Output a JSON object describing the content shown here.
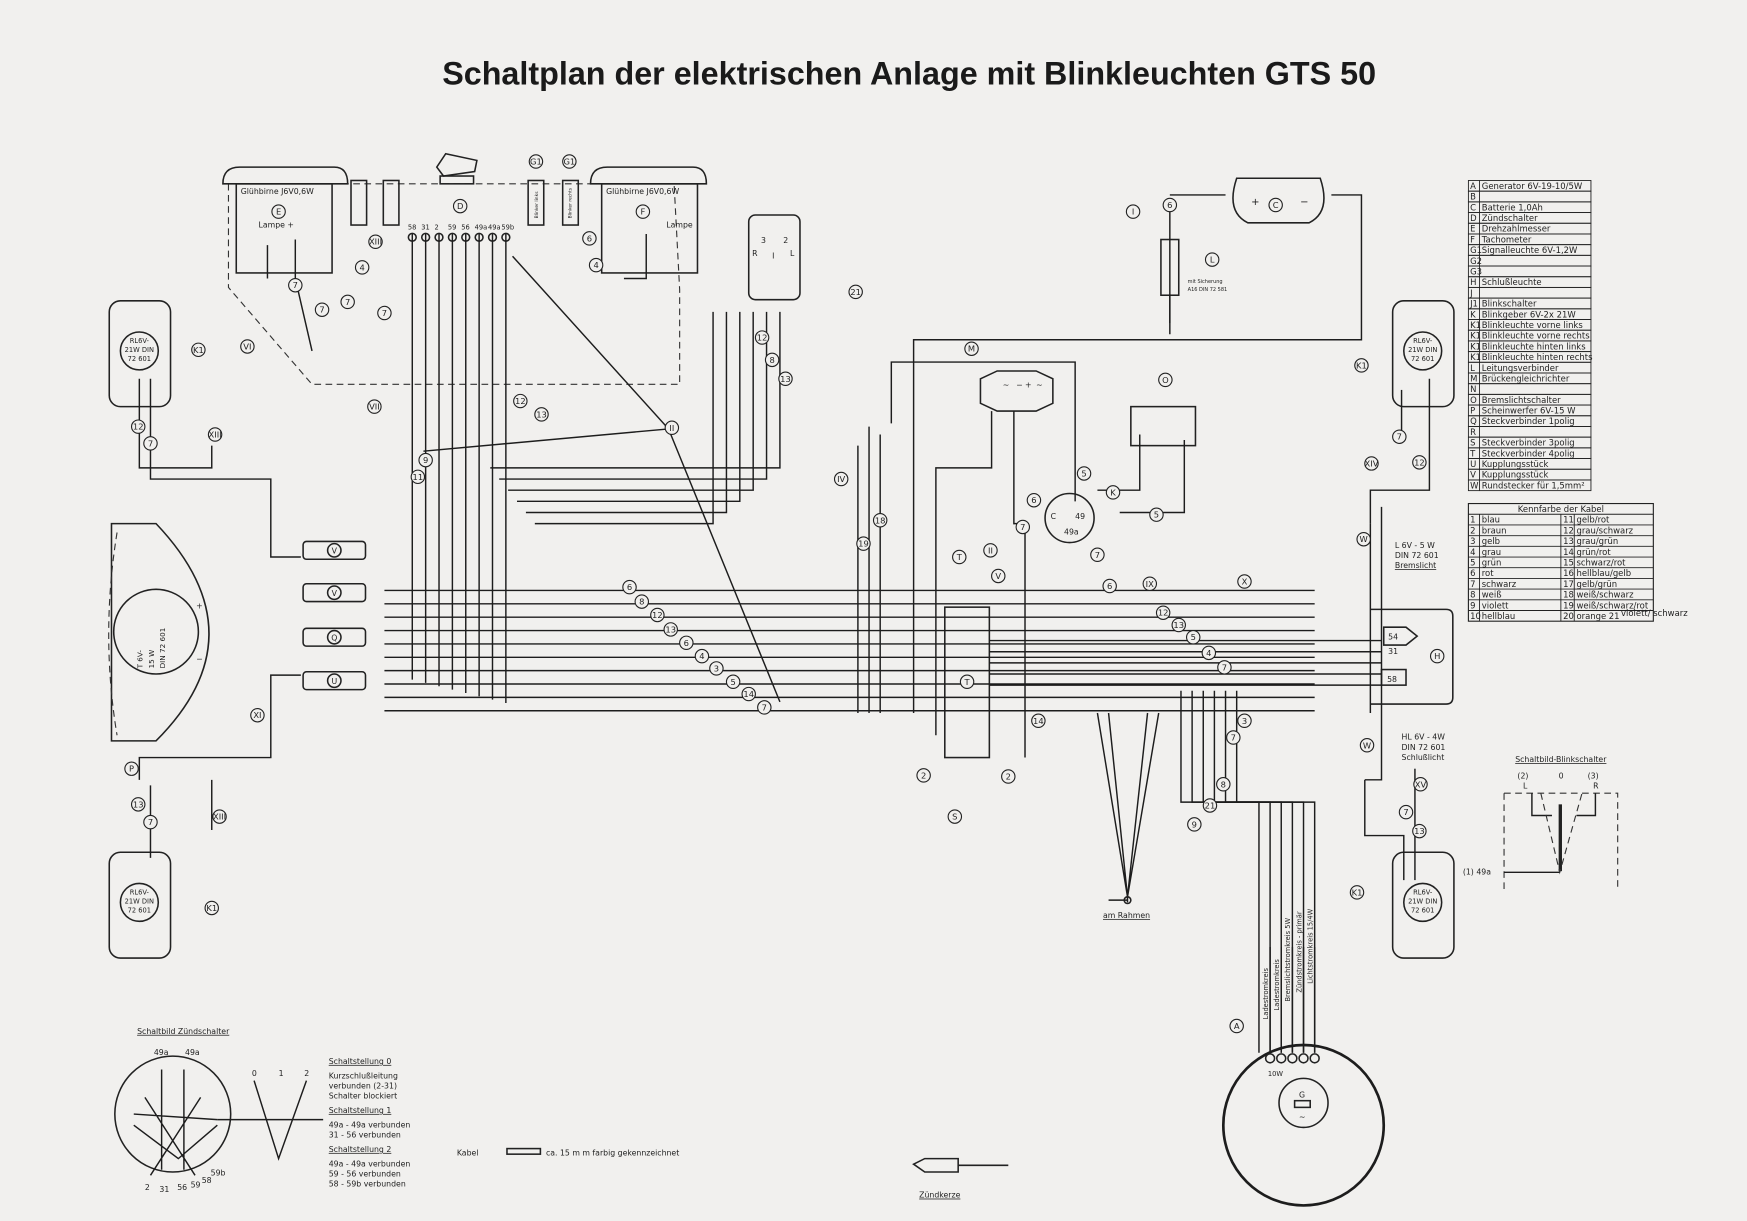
{
  "title": "Schaltplan der elektrischen Anlage mit Blinkleuchten GTS 50",
  "instruments": {
    "left_bulb": "Glühbirne J6V0,6W",
    "right_bulb": "Glühbirne J6V0,6W",
    "left_lamp": "Lampe +",
    "right_lamp": "Lampe",
    "left_id": "E",
    "right_id": "F",
    "switch_id": "D",
    "terminals": [
      "58",
      "31",
      "2",
      "59",
      "56",
      "49a",
      "49a",
      "59b"
    ],
    "signal_ids": [
      "G1",
      "G1"
    ],
    "signal_labels": [
      "Blinker links",
      "Blinker rechts"
    ]
  },
  "battery": {
    "id": "C",
    "plus": "+",
    "minus": "−"
  },
  "fuse": {
    "note_line1": "mit Sicherung",
    "note_line2": "A16 DIN 72 581"
  },
  "blinker_switch_top": {
    "terminals": [
      "3",
      "2"
    ],
    "sides": [
      "R",
      "L"
    ],
    "center": "I"
  },
  "rectifier": {
    "id": "M",
    "symbols": [
      "~",
      "−",
      "+",
      "~"
    ]
  },
  "ignition_coil": {
    "terminals": [
      "C",
      "49",
      "49a"
    ]
  },
  "lamps": {
    "front_left": [
      "RL6V-",
      "21W DIN",
      "72 601"
    ],
    "front_right": [
      "RL6V-",
      "21W DIN",
      "72 601"
    ],
    "rear_left": [
      "RL6V-",
      "21W DIN",
      "72 601"
    ],
    "rear_right": [
      "RL6V-",
      "21W DIN",
      "72 601"
    ],
    "headlight": [
      "T 6V-",
      "15 W",
      "DIN 72 601"
    ],
    "headlight_signs": [
      "+",
      "−"
    ]
  },
  "connectors": [
    "V",
    "V",
    "Q",
    "U"
  ],
  "taillight": {
    "brake": [
      "L 6V - 5 W",
      "DIN 72 601",
      "Bremslicht"
    ],
    "tail": [
      "HL 6V - 4W",
      "DIN 72 601",
      "Schlußlicht"
    ],
    "terminals": [
      "54",
      "31",
      "58"
    ],
    "id": "H"
  },
  "ground_label": "am Rahmen",
  "generator": {
    "circuits": [
      "Ladestromkreis",
      "Ladestromkreis",
      "Bremslichtstromkreis 5W",
      "Zündstromkreis - primär",
      "Lichtstromkreis 15/4W"
    ],
    "label_10w": "10W",
    "symbol": "G",
    "ac": "~"
  },
  "spark_plug_label": "Zündkerze",
  "wire_markers": [
    "K1",
    "12",
    "7",
    "XIII",
    "P",
    "13",
    "7",
    "XIII",
    "K1",
    "XI",
    "XIII",
    "4",
    "4",
    "6",
    "7",
    "7",
    "7",
    "7",
    "VI",
    "VII",
    "12",
    "13",
    "11",
    "9",
    "II",
    "21",
    "12",
    "8",
    "13",
    "IV",
    "18",
    "19",
    "M",
    "O",
    "5",
    "K",
    "6",
    "7",
    "7",
    "6",
    "II",
    "V",
    "T",
    "T",
    "5",
    "IX",
    "X",
    "14",
    "2",
    "2",
    "S",
    "12",
    "13",
    "5",
    "4",
    "7",
    "7",
    "3",
    "21",
    "8",
    "9",
    "I",
    "6",
    "L",
    "XIV",
    "12",
    "7",
    "K1",
    "W",
    "W",
    "XV",
    "7",
    "13",
    "K1",
    "H",
    "A",
    "6",
    "8",
    "12",
    "13",
    "6",
    "4",
    "3",
    "5",
    "14",
    "7"
  ],
  "parts_legend": [
    [
      "A",
      "Generator 6V-19-10/5W"
    ],
    [
      "B",
      ""
    ],
    [
      "C",
      "Batterie 1,0Ah"
    ],
    [
      "D",
      "Zündschalter"
    ],
    [
      "E",
      "Drehzahlmesser"
    ],
    [
      "F",
      "Tachometer"
    ],
    [
      "G1",
      "Signalleuchte 6V-1,2W"
    ],
    [
      "G2",
      ""
    ],
    [
      "G3",
      ""
    ],
    [
      "H",
      "Schlußleuchte"
    ],
    [
      "J",
      ""
    ],
    [
      "J1",
      "Blinkschalter"
    ],
    [
      "K",
      "Blinkgeber 6V-2x 21W"
    ],
    [
      "K1",
      "Blinkleuchte vorne links"
    ],
    [
      "K1",
      "Blinkleuchte vorne rechts"
    ],
    [
      "K1",
      "Blinkleuchte hinten links"
    ],
    [
      "K1",
      "Blinkleuchte hinten rechts"
    ],
    [
      "L",
      "Leitungsverbinder"
    ],
    [
      "M",
      "Brückengleichrichter"
    ],
    [
      "N",
      ""
    ],
    [
      "O",
      "Bremslichtschalter"
    ],
    [
      "P",
      "Scheinwerfer 6V-15 W"
    ],
    [
      "Q",
      "Steckverbinder 1polig"
    ],
    [
      "R",
      ""
    ],
    [
      "S",
      "Steckverbinder 3polig"
    ],
    [
      "T",
      "Steckverbinder 4polig"
    ],
    [
      "U",
      "Kupplungsstück"
    ],
    [
      "V",
      "Kupplungsstück"
    ],
    [
      "W",
      "Rundstecker für 1,5mm²"
    ]
  ],
  "color_legend": {
    "header": "Kennfarbe der Kabel",
    "rows": [
      [
        "1",
        "blau",
        "11",
        "gelb/rot"
      ],
      [
        "2",
        "braun",
        "12",
        "grau/schwarz"
      ],
      [
        "3",
        "gelb",
        "13",
        "grau/grün"
      ],
      [
        "4",
        "grau",
        "14",
        "grün/rot"
      ],
      [
        "5",
        "grün",
        "15",
        "schwarz/rot"
      ],
      [
        "6",
        "rot",
        "16",
        "hellblau/gelb"
      ],
      [
        "7",
        "schwarz",
        "17",
        "gelb/grün"
      ],
      [
        "8",
        "weiß",
        "18",
        "weiß/schwarz"
      ],
      [
        "9",
        "violett",
        "19",
        "weiß/schwarz/rot"
      ],
      [
        "10",
        "hellblau",
        "20",
        "orange"
      ]
    ],
    "extra_num": "21",
    "extra_color": "violett/ schwarz"
  },
  "blinker_schematic": {
    "title": "Schaltbild-Blinkschalter",
    "positions": [
      "(2)",
      "0",
      "(3)"
    ],
    "sides": [
      "L",
      "R"
    ],
    "input": "(1) 49a"
  },
  "ignition_schematic": {
    "title": "Schaltbild Zündschalter",
    "top": [
      "49a",
      "49a"
    ],
    "bottom": [
      "2",
      "31",
      "56",
      "59",
      "58",
      "59b"
    ],
    "positions": [
      "0",
      "1",
      "2"
    ]
  },
  "switch_positions": [
    {
      "title": "Schaltstellung 0",
      "lines": [
        "Kurzschlußleitung",
        "verbunden (2-31)",
        "Schalter blockiert"
      ]
    },
    {
      "title": "Schaltstellung 1",
      "lines": [
        "49a - 49a  verbunden",
        "31  - 56   verbunden"
      ]
    },
    {
      "title": "Schaltstellung 2",
      "lines": [
        "49a - 49a  verbunden",
        "59  -  56   verbunden",
        "58  -  59b  verbunden"
      ]
    }
  ],
  "cable_note": {
    "label": "Kabel",
    "text": "ca. 15 m m  farbig  gekennzeichnet"
  }
}
